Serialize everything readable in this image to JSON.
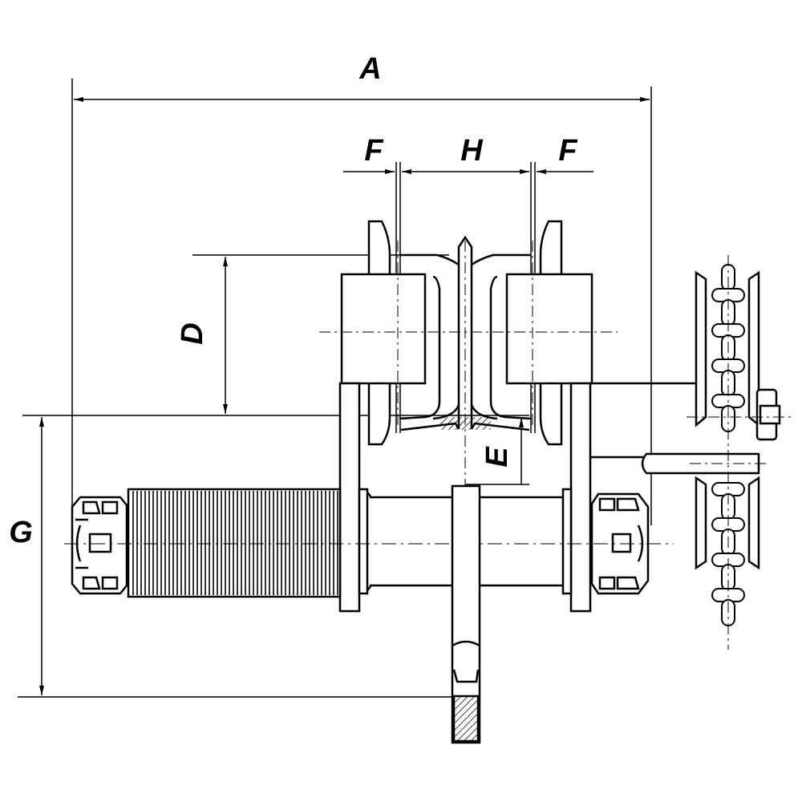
{
  "diagram": {
    "dimension_labels": {
      "a": "A",
      "d": "D",
      "e": "E",
      "f_left": "F",
      "f_right": "F",
      "g": "G",
      "h": "H"
    },
    "colors": {
      "line": "#000000",
      "background": "#ffffff"
    }
  }
}
